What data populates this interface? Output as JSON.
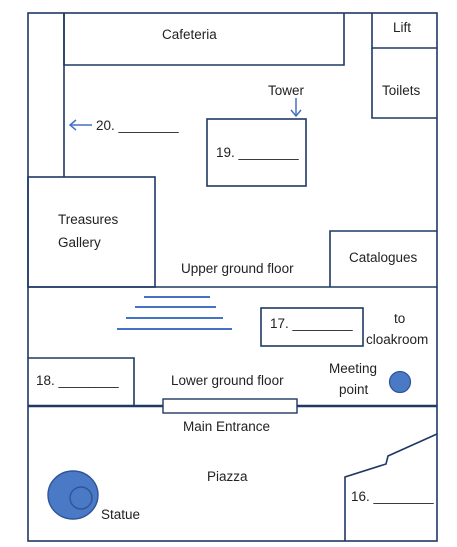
{
  "colors": {
    "wall": "#1f3864",
    "accent": "#4472c4",
    "statue_fill": "#4a79c5",
    "ink": "#222222"
  },
  "icons": {
    "arrow_left": "left-arrow-icon",
    "arrow_down": "down-arrow-icon",
    "stairs": "stairs-icon",
    "statue": "statue-icon",
    "meeting_point": "meeting-point-icon"
  },
  "rooms": {
    "cafeteria": "Cafeteria",
    "lift": "Lift",
    "toilets": "Toilets",
    "tower": "Tower",
    "treasures": "Treasures",
    "gallery": "Gallery",
    "catalogues": "Catalogues",
    "upper_ground_floor": "Upper ground floor",
    "to": "to",
    "cloakroom": "cloakroom",
    "meeting": "Meeting",
    "point": "point",
    "lower_ground_floor": "Lower ground floor",
    "main_entrance": "Main Entrance",
    "piazza": "Piazza",
    "statue": "Statue"
  },
  "blanks": {
    "q16": "16. ________",
    "q17": "17. ________",
    "q18": "18. ________",
    "q19": "19. ________",
    "q20": "20. ________"
  }
}
